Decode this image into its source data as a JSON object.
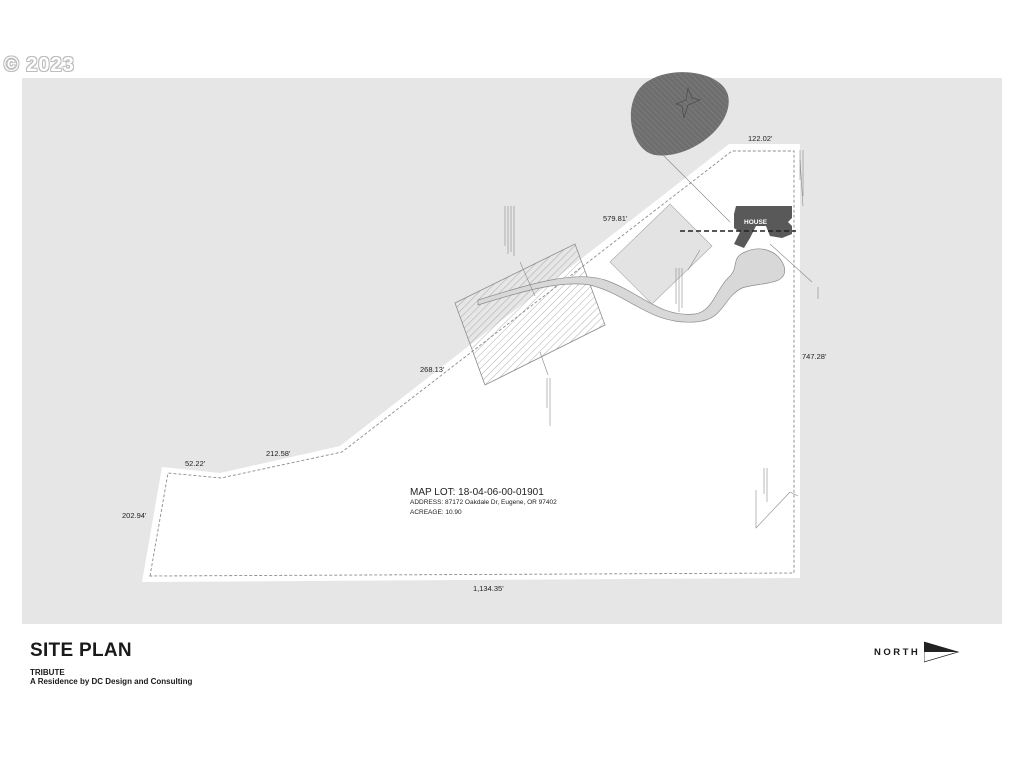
{
  "watermark": "© 2023",
  "sheet": {
    "title": "SITE PLAN",
    "project_name": "TRIBUTE",
    "project_subtitle": "A Residence by DC Design and Consulting",
    "north_label": "NORTH"
  },
  "lot_info": {
    "map_lot": "MAP LOT: 18-04-06-00-01901",
    "address": "ADDRESS: 87172 Oakdale Dr, Eugene, OR 97402",
    "acreage": "ACREAGE: 10.90"
  },
  "dimensions": {
    "top_edge": "122.02'",
    "right_edge": "747.28'",
    "bottom_edge": "1,134.35'",
    "diagonal_upper": "579.81'",
    "diagonal_lower": "268.13'",
    "short_edge_1": "212.58'",
    "short_edge_2": "52.22'",
    "left_edge": "202.94'"
  },
  "labels": {
    "house": "HOUSE"
  },
  "colors": {
    "background_panel": "#e6e6e6",
    "lot_fill": "#ffffff",
    "house": "#5a5a5a",
    "pond": "#6e6e6e",
    "text": "#222222"
  }
}
